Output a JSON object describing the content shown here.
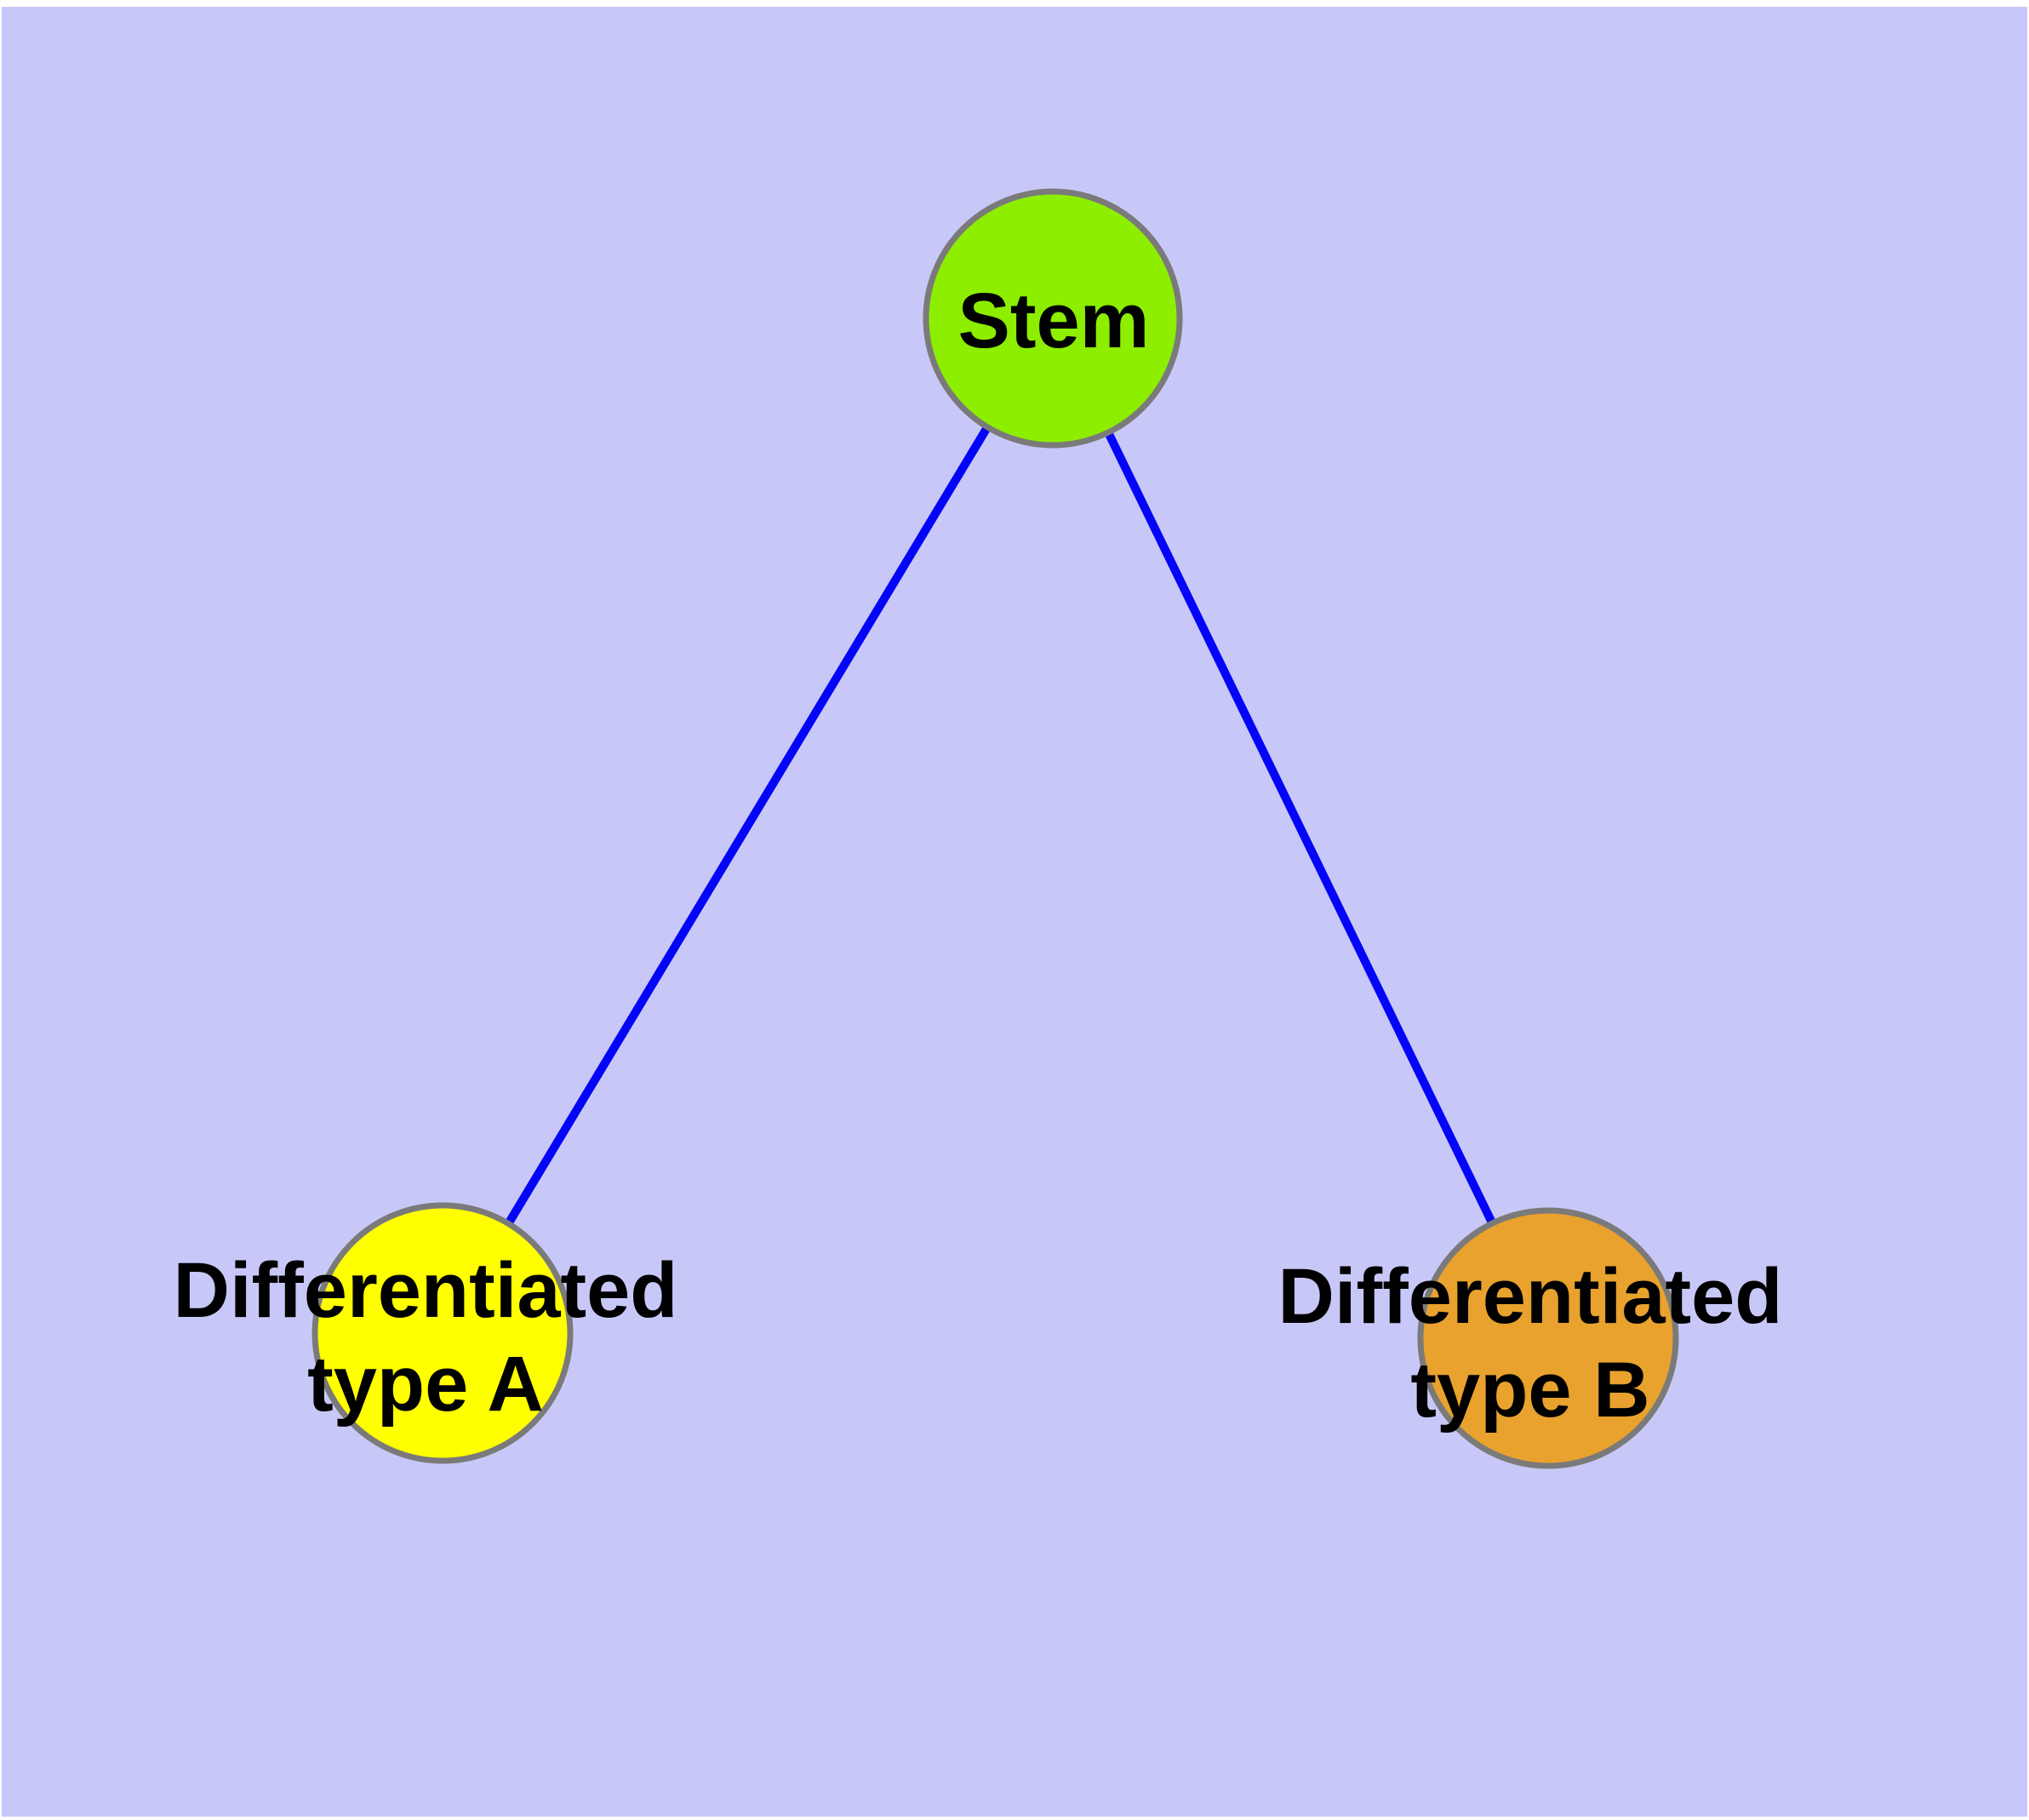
{
  "figure": {
    "background_color": "#C8C8F8",
    "edge_color": "#0404F8",
    "node_border_color": "#7A7A7A",
    "label_color": "#000000",
    "nodes": {
      "stem": {
        "label": "Stem",
        "fill": "#8DEE00"
      },
      "type_a": {
        "label_line1": "Differentiated",
        "label_line2": "type A",
        "fill": "#FFFF00"
      },
      "type_b": {
        "label_line1": "Differentiated",
        "label_line2": "type B",
        "fill": "#E8A22D"
      }
    },
    "edges": [
      {
        "from": "Stem",
        "to": "Differentiated type A"
      },
      {
        "from": "Stem",
        "to": "Differentiated type B"
      }
    ]
  }
}
